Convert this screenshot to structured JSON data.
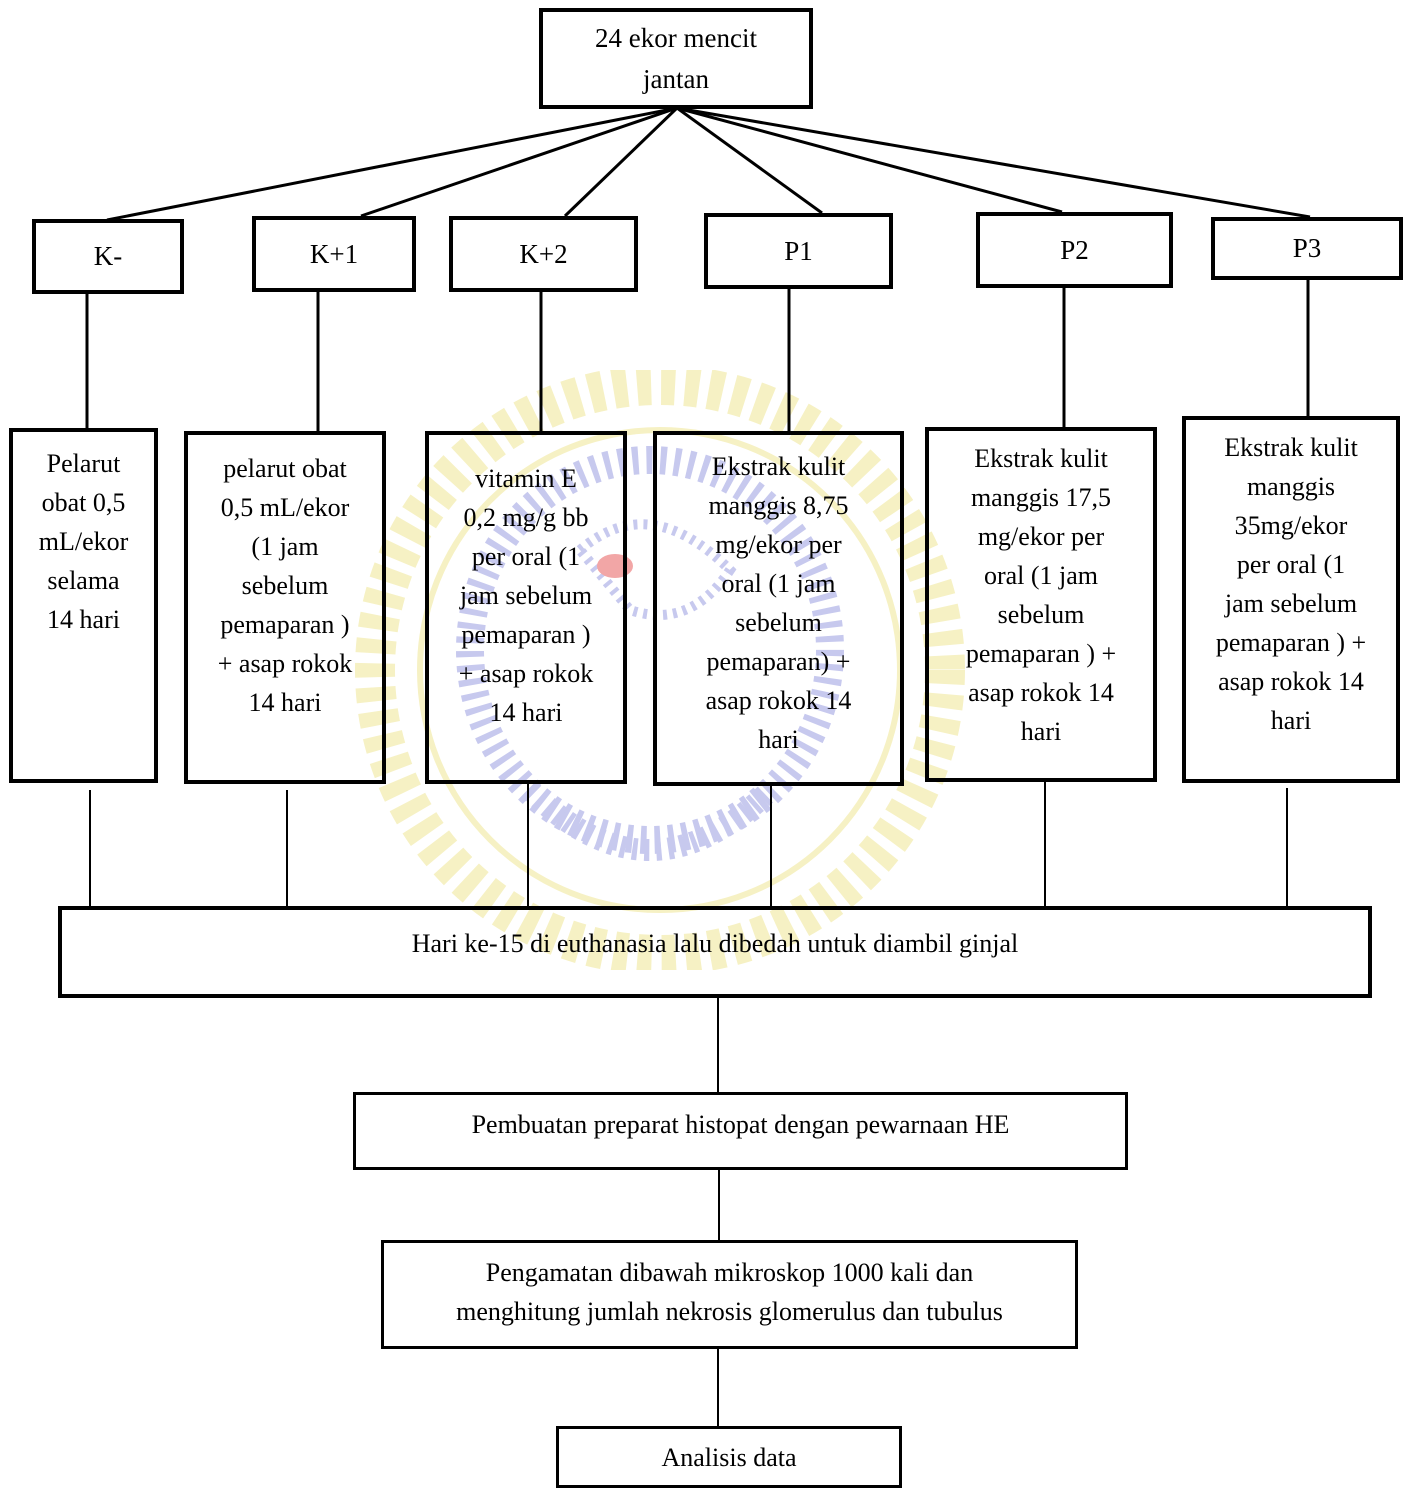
{
  "root": {
    "text": "24 ekor mencit\njantan"
  },
  "groups": [
    {
      "id": "k-neg",
      "label": "K-",
      "treatment": "Pelarut\nobat 0,5\nmL/ekor\nselama\n14 hari"
    },
    {
      "id": "k-pos-1",
      "label": "K+1",
      "treatment": "pelarut obat\n0,5 mL/ekor\n(1 jam\nsebelum\npemaparan )\n+ asap rokok\n14 hari"
    },
    {
      "id": "k-pos-2",
      "label": "K+2",
      "treatment": "vitamin E\n0,2 mg/g bb\nper oral (1\njam sebelum\npemaparan )\n+ asap rokok\n14 hari"
    },
    {
      "id": "p1",
      "label": "P1",
      "treatment": "Ekstrak kulit\nmanggis 8,75\nmg/ekor per\noral (1 jam\nsebelum\npemaparan) +\nasap rokok 14\nhari"
    },
    {
      "id": "p2",
      "label": "P2",
      "treatment": "Ekstrak kulit\nmanggis 17,5\nmg/ekor per\noral (1 jam\nsebelum\npemaparan ) +\nasap rokok 14\nhari"
    },
    {
      "id": "p3",
      "label": "P3",
      "treatment": "Ekstrak kulit\nmanggis\n35mg/ekor\nper oral (1\njam sebelum\npemaparan ) +\nasap rokok 14\nhari"
    }
  ],
  "steps": {
    "euthanasia": "Hari ke-15  di euthanasia lalu dibedah untuk diambil ginjal",
    "preparation": "Pembuatan preparat histopat dengan pewarnaan HE",
    "observation": "Pengamatan dibawah mikroskop 1000 kali dan\nmenghitung jumlah nekrosis glomerulus dan tubulus",
    "analysis": "Analisis data"
  },
  "colors": {
    "line": "#000000",
    "watermark_yellow": "#f4eeb0",
    "watermark_blue": "#b9bbe8",
    "watermark_red": "#f0a0a0"
  }
}
